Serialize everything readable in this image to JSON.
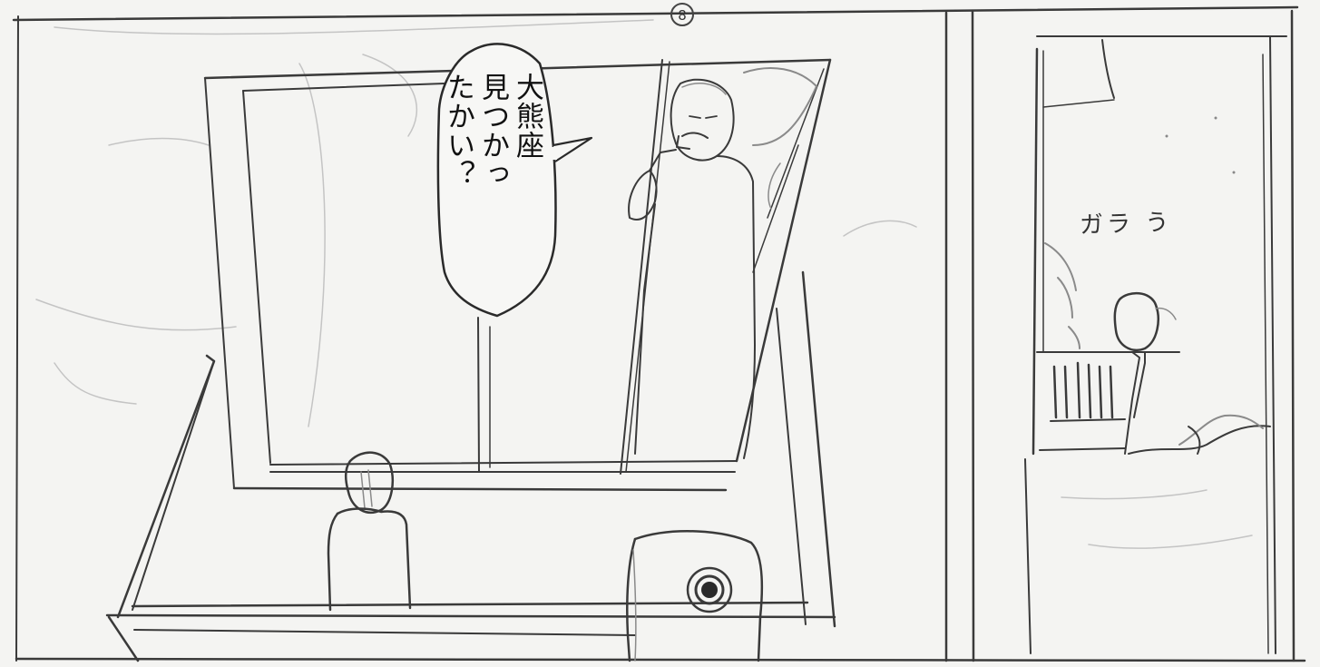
{
  "page": {
    "number_mark": "8"
  },
  "panel_left": {
    "speech_bubble": {
      "text": "大熊座\n見つかっ\nたかい？"
    }
  },
  "panel_right": {
    "sound_effect": "ガラ う"
  },
  "colors": {
    "paper": "#f4f4f2",
    "pencil": "#3a3a3a"
  }
}
